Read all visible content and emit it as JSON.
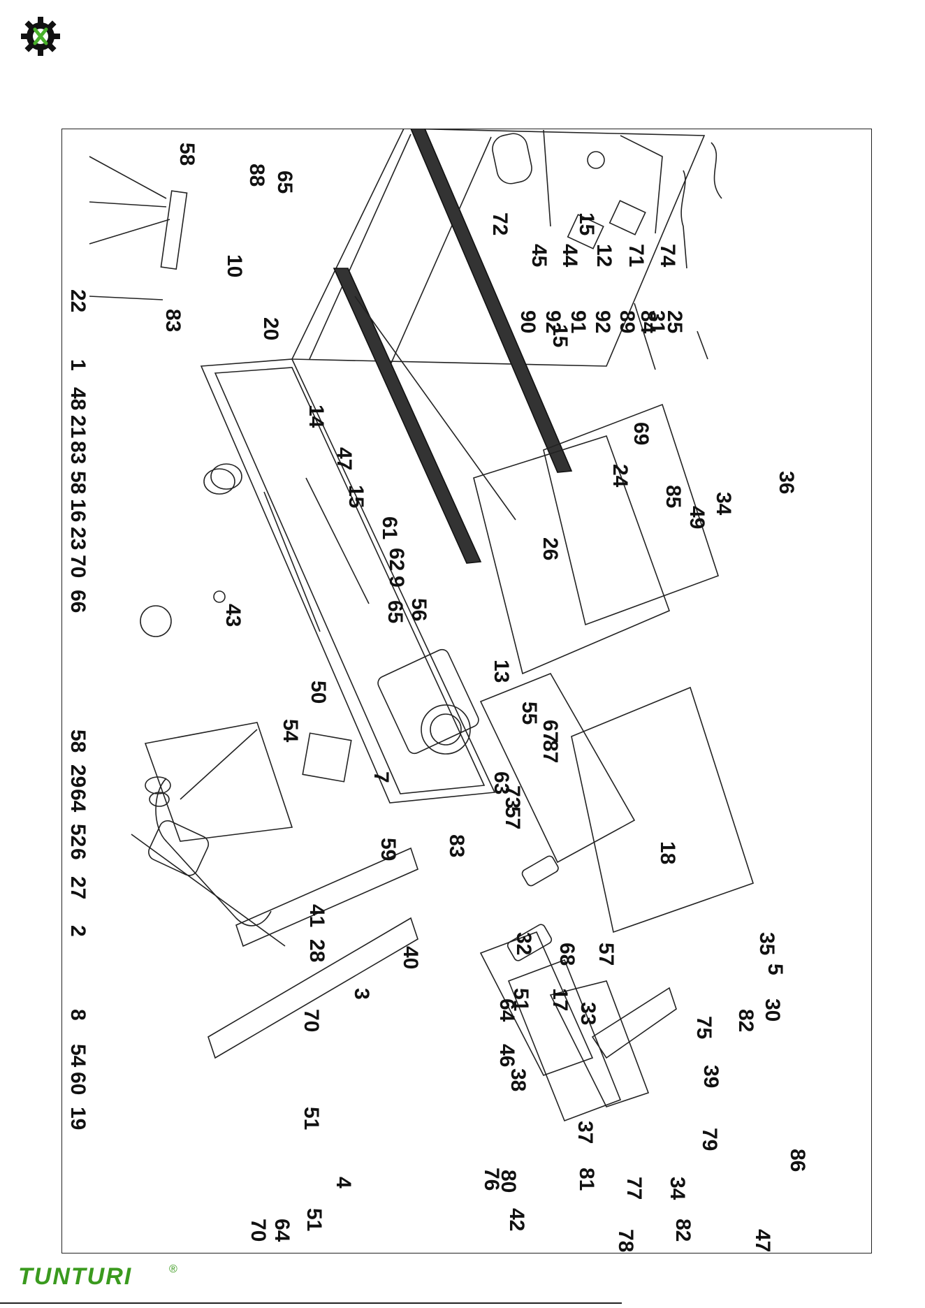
{
  "brand": {
    "name": "TUNTURI",
    "registered_mark": "®",
    "color": "#3a9a1e",
    "logo_icon": "gear-wrench-logo-icon",
    "logo_color": "#111111",
    "logo_accent": "#48b02a"
  },
  "diagram": {
    "callouts": [
      "88",
      "65",
      "58",
      "22",
      "83",
      "10",
      "1",
      "48",
      "21",
      "83",
      "58",
      "16",
      "23",
      "70",
      "66",
      "20",
      "14",
      "47",
      "15",
      "43",
      "61",
      "62",
      "9",
      "65",
      "56",
      "15",
      "15",
      "72",
      "45",
      "44",
      "12",
      "71",
      "74",
      "90",
      "92",
      "91",
      "92",
      "89",
      "31",
      "25",
      "84",
      "69",
      "24",
      "26",
      "85",
      "49",
      "34",
      "36",
      "13",
      "55",
      "67",
      "87",
      "50",
      "54",
      "7",
      "63",
      "73",
      "57",
      "59",
      "58",
      "29",
      "64",
      "52",
      "6",
      "27",
      "18",
      "83",
      "41",
      "28",
      "2",
      "40",
      "32",
      "68",
      "57",
      "35",
      "3",
      "51",
      "64",
      "8",
      "54",
      "60",
      "19",
      "70",
      "51",
      "46",
      "17",
      "33",
      "38",
      "39",
      "75",
      "82",
      "30",
      "5",
      "37",
      "79",
      "81",
      "76",
      "80",
      "34",
      "77",
      "42",
      "78",
      "82",
      "86",
      "47",
      "4",
      "51",
      "64",
      "70"
    ]
  }
}
